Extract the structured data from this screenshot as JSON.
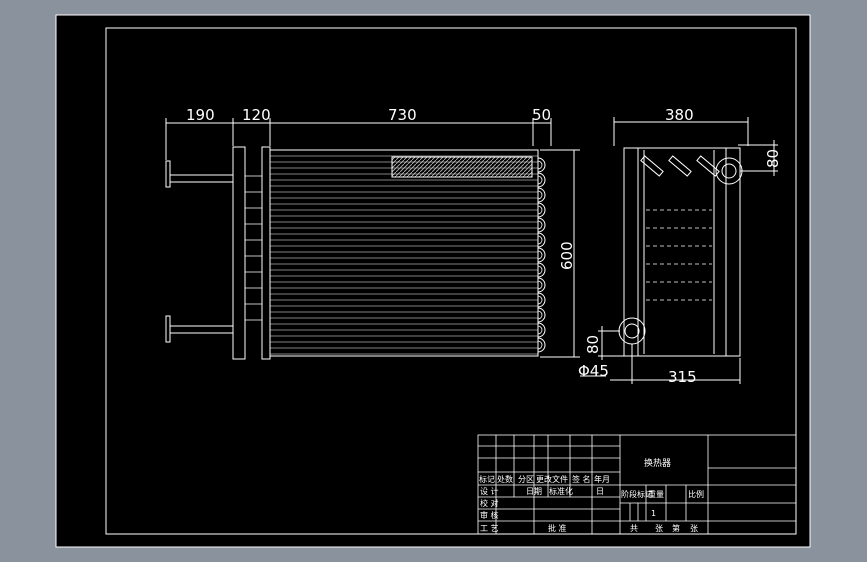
{
  "dimensions": {
    "d190": "190",
    "d120": "120",
    "d730": "730",
    "d50": "50",
    "d380": "380",
    "d80_top": "80",
    "d600": "600",
    "d80_bottom": "80",
    "dia45": "Φ45",
    "d315": "315"
  },
  "title_block": {
    "drawing_title": "换热器",
    "row1": [
      "标记",
      "处数",
      "分区",
      "更改文件",
      "签 名",
      "年月"
    ],
    "row2": [
      "设 计",
      "",
      "日期",
      "标准化",
      "",
      "日"
    ],
    "row3": "校 对",
    "row4": "审 核",
    "row5": [
      "工 艺",
      "",
      "批 准"
    ],
    "stage_labels": [
      "阶段标记",
      "重量",
      "比例"
    ],
    "sheet_value": "1",
    "sheet_row": [
      "共",
      "张",
      "第",
      "张"
    ]
  },
  "colors": {
    "outer_bg": "#8a929e",
    "sheet_bg": "#000000",
    "lines": "#ffffff",
    "hatch": "#c0c0c0"
  }
}
